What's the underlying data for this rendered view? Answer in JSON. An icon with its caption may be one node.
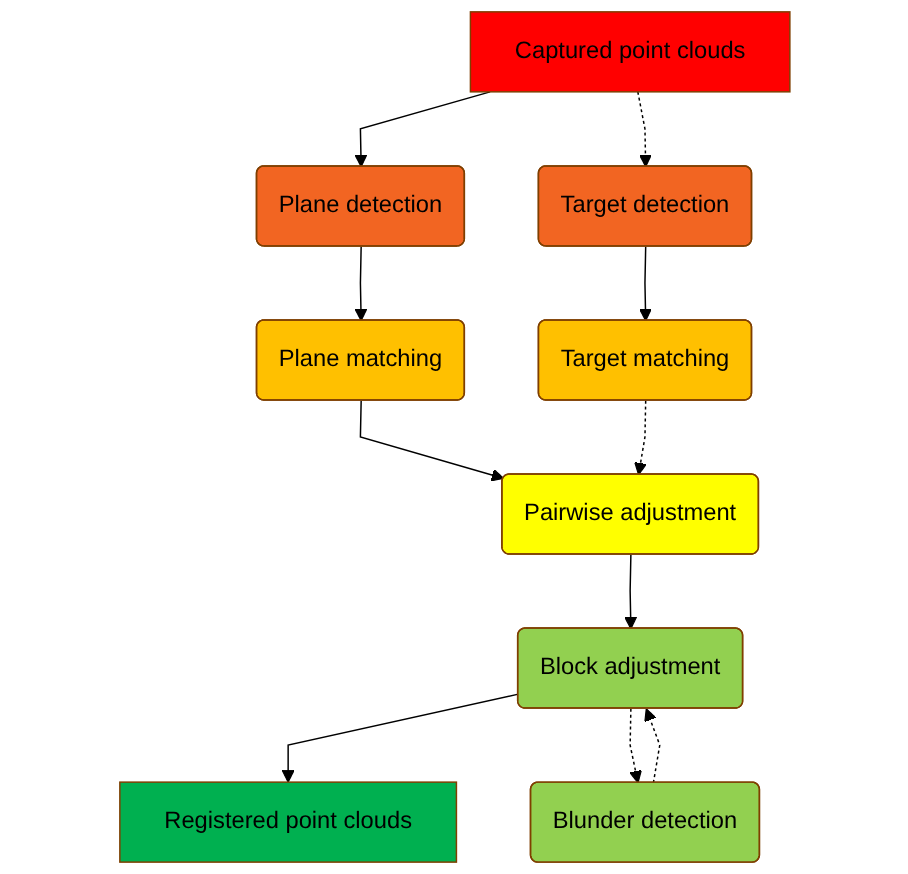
{
  "diagram": {
    "nodes": [
      {
        "text": [
          "Captured point clouds"
        ]
      },
      {
        "text": [
          "Plane detection"
        ]
      },
      {
        "text": [
          "Target detection"
        ]
      },
      {
        "text": [
          "Plane matching"
        ]
      },
      {
        "text": [
          "Target matching"
        ]
      },
      {
        "text": [
          "Pairwise adjustment"
        ]
      },
      {
        "text": [
          "Block adjustment"
        ]
      },
      {
        "text": [
          "Blunder detection"
        ]
      },
      {
        "text": [
          "Registered point clouds"
        ]
      }
    ],
    "edges": [
      {
        "from": 0,
        "to": 1,
        "arrow": "to"
      },
      {
        "from": 0,
        "to": 2,
        "arrow": "to",
        "style": "dashed"
      },
      {
        "from": 1,
        "to": 3,
        "arrow": "to"
      },
      {
        "from": 2,
        "to": 4,
        "arrow": "to"
      },
      {
        "from": 3,
        "to": 5,
        "arrow": "to"
      },
      {
        "from": 4,
        "to": 5,
        "arrow": "to",
        "style": "dashed"
      },
      {
        "from": 5,
        "to": 6,
        "arrow": "to"
      },
      {
        "from": 7,
        "to": 6,
        "arrow": "to",
        "style": "dashed"
      },
      {
        "from": 6,
        "to": 8,
        "arrow": "to"
      },
      {
        "from": 6,
        "to": 7,
        "arrow": "to",
        "style": "dashed"
      }
    ]
  }
}
